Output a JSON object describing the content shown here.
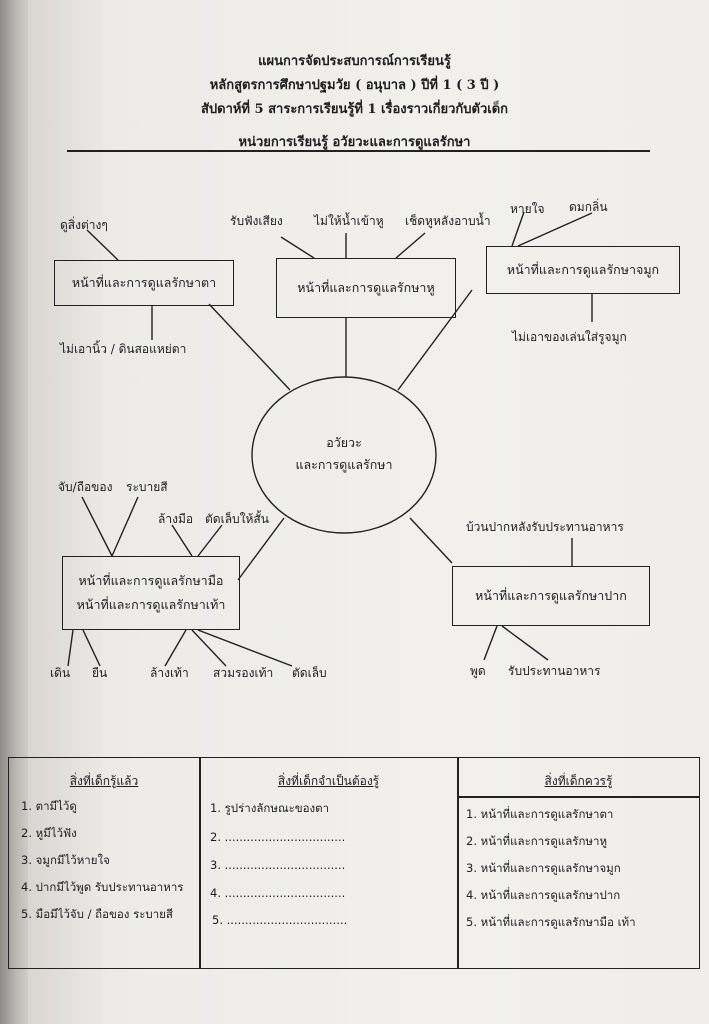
{
  "header": {
    "line1": "แผนการจัดประสบการณ์การเรียนรู้",
    "line2": "หลักสูตรการศึกษาปฐมวัย ( อนุบาล ) ปีที่ 1 ( 3 ปี )",
    "line3": "สัปดาห์ที่ 5 สาระการเรียนรู้ที่ 1 เรื่องราวเกี่ยวกับตัวเด็ก",
    "line4": "หน่วยการเรียนรู้ อวัยวะและการดูแลรักษา"
  },
  "mindmap": {
    "center": {
      "line1": "อวัยวะ",
      "line2": "และการดูแลรักษา"
    },
    "eyes": {
      "title": "หน้าที่และการดูแลรักษาตา",
      "top": "ดูสิ่งต่างๆ",
      "bottom": "ไม่เอานิ้ว / ดินสอแหย่ตา"
    },
    "ears": {
      "title": "หน้าที่และการดูแลรักษาหู",
      "top1": "รับฟังเสียง",
      "top2": "ไม่ให้น้ำเข้าหู",
      "top3": "เช็ดหูหลังอาบน้ำ"
    },
    "nose": {
      "title": "หน้าที่และการดูแลรักษาจมูก",
      "top1": "หายใจ",
      "top2": "ดมกลิ่น",
      "bottom": "ไม่เอาของเล่นใส่รูจมูก"
    },
    "hands_feet": {
      "title1": "หน้าที่และการดูแลรักษามือ",
      "title2": "หน้าที่และการดูแลรักษาเท้า",
      "top1": "จับ/ถือของ",
      "top2": "ระบายสี",
      "mid1": "ล้างมือ",
      "mid2": "ตัดเล็บให้สั้น",
      "bot1": "เดิน",
      "bot2": "ยืน",
      "bot3": "ล้างเท้า",
      "bot4": "สวมรองเท้า",
      "bot5": "ตัดเล็บ"
    },
    "mouth": {
      "title": "หน้าที่และการดูแลรักษาปาก",
      "top": "บ้วนปากหลังรับประทานอาหาร",
      "bot1": "พูด",
      "bot2": "รับประทานอาหาร"
    }
  },
  "table": {
    "col1": {
      "header": "สิ่งที่เด็กรู้แล้ว",
      "items": [
        "1. ตามีไว้ดู",
        "2. หูมีไว้ฟัง",
        "3. จมูกมีไว้หายใจ",
        "4. ปากมีไว้พูด รับประทานอาหาร",
        "5. มือมีไว้จับ / ถือของ ระบายสี"
      ]
    },
    "col2": {
      "header": "สิ่งที่เด็กจำเป็นต้องรู้",
      "items": [
        "1. รูปร่างลักษณะของตา",
        "2. .................................",
        "3. .................................",
        "4. .................................",
        "5. ................................."
      ]
    },
    "col3": {
      "header": "สิ่งที่เด็กควรรู้",
      "items": [
        "1. หน้าที่และการดูแลรักษาตา",
        "2. หน้าที่และการดูแลรักษาหู",
        "3. หน้าที่และการดูแลรักษาจมูก",
        "4. หน้าที่และการดูแลรักษาปาก",
        "5. หน้าที่และการดูแลรักษามือ เท้า"
      ]
    }
  }
}
